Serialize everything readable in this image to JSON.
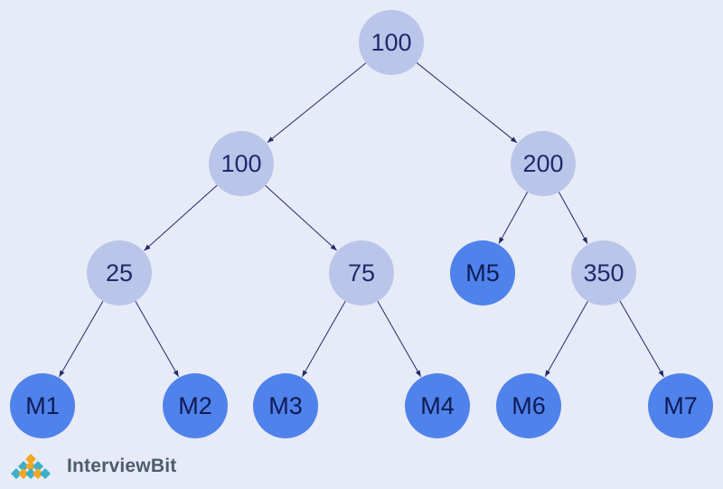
{
  "diagram": {
    "nodes": [
      {
        "id": "root",
        "label": "100",
        "kind": "internal"
      },
      {
        "id": "l1a",
        "label": "100",
        "kind": "internal"
      },
      {
        "id": "l1b",
        "label": "200",
        "kind": "internal"
      },
      {
        "id": "l2a",
        "label": "25",
        "kind": "internal"
      },
      {
        "id": "l2b",
        "label": "75",
        "kind": "internal"
      },
      {
        "id": "m5",
        "label": "M5",
        "kind": "leaf"
      },
      {
        "id": "l2d",
        "label": "350",
        "kind": "internal"
      },
      {
        "id": "m1",
        "label": "M1",
        "kind": "leaf"
      },
      {
        "id": "m2",
        "label": "M2",
        "kind": "leaf"
      },
      {
        "id": "m3",
        "label": "M3",
        "kind": "leaf"
      },
      {
        "id": "m4",
        "label": "M4",
        "kind": "leaf"
      },
      {
        "id": "m6",
        "label": "M6",
        "kind": "leaf"
      },
      {
        "id": "m7",
        "label": "M7",
        "kind": "leaf"
      }
    ],
    "edges": [
      [
        "root",
        "l1a"
      ],
      [
        "root",
        "l1b"
      ],
      [
        "l1a",
        "l2a"
      ],
      [
        "l1a",
        "l2b"
      ],
      [
        "l1b",
        "m5"
      ],
      [
        "l1b",
        "l2d"
      ],
      [
        "l2a",
        "m1"
      ],
      [
        "l2a",
        "m2"
      ],
      [
        "l2b",
        "m3"
      ],
      [
        "l2b",
        "m4"
      ],
      [
        "l2d",
        "m6"
      ],
      [
        "l2d",
        "m7"
      ]
    ],
    "colors": {
      "background": "#e7ebf7",
      "internal_node": "#b9c6e9",
      "leaf_node": "#4f82ea",
      "edge": "#1f2a6b",
      "text": "#1f2a6b"
    }
  },
  "logo": {
    "text": "InterviewBit",
    "icon": "interviewbit-logo-icon"
  }
}
